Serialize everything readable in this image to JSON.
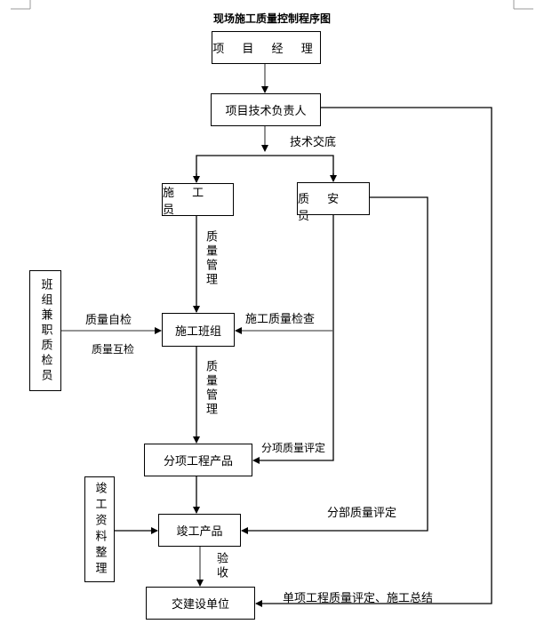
{
  "title": "现场施工质量控制程序图",
  "nodes": {
    "project_manager": "项 目 经 理",
    "tech_lead": "项目技术负责人",
    "constructor": "施 工 员",
    "quality_safety": "质 安 员",
    "team_inspector": "班组兼职质检员",
    "work_team": "施工班组",
    "sub_product": "分项工程产品",
    "completion_docs": "竣工资料整理",
    "completed_product": "竣工产品",
    "client": "交建设单位"
  },
  "edge_labels": {
    "tech_briefing": "技术交底",
    "quality_mgmt_1": "质量管理",
    "quality_mgmt_2": "质量管理",
    "self_check": "质量自检",
    "mutual_check": "质量互检",
    "construction_check": "施工质量检查",
    "sub_quality_eval": "分项质量评定",
    "division_quality_eval": "分部质量评定",
    "acceptance": "验收",
    "unit_eval_summary": "单项工程质量评定、施工总结"
  }
}
